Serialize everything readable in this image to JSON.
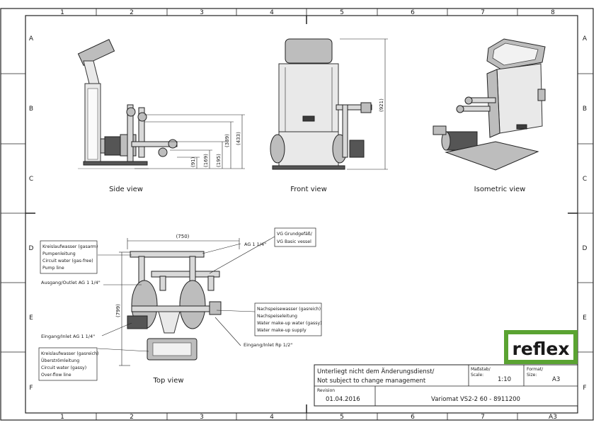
{
  "grid": {
    "columns": [
      "1",
      "2",
      "3",
      "4",
      "5",
      "6",
      "7",
      "8"
    ],
    "rows": [
      "A",
      "B",
      "C",
      "D",
      "E",
      "F"
    ],
    "corner_bottom": "A3"
  },
  "views": {
    "side": "Side view",
    "front": "Front view",
    "isometric": "Isometric view",
    "top": "Top view"
  },
  "dimensions": {
    "side": [
      "(91)",
      "(169)",
      "(195)",
      "(389)",
      "(433)"
    ],
    "front_height": "(921)",
    "top_width": "(750)",
    "top_depth": "(799)"
  },
  "labels": {
    "vg": [
      "VG Grundgefäß/",
      "VG Basic vessel"
    ],
    "ag": "AG 1 1/4\"",
    "circuit_gas_free": [
      "Kreislaufwasser (gasarm)",
      "Pumpenleitung",
      "Circuit water (gas-free)",
      "Pump line"
    ],
    "outlet": "Ausgang/Outlet AG 1 1/4\"",
    "inlet": "Eingang/Inlet AG 1 1/4\"",
    "makeup": [
      "Nachspeisewasser (gasreich)",
      "Nachspeiseleitung",
      "Water make-up water (gassy)",
      "Water make-up supply"
    ],
    "inlet_rp": "Eingang/Inlet Rp 1/2\"",
    "circuit_gassy": [
      "Kreislaufwasser (gasreich)",
      "Überströmleitung",
      "Circuit water (gassy)",
      "Over-flow line"
    ]
  },
  "logo": {
    "text": "reflex",
    "color": "#5aa332"
  },
  "title_block": {
    "note": [
      "Unterliegt nicht dem Änderungsdienst/",
      "Not subject to change management"
    ],
    "scale_label": [
      "Maßstab/",
      "Scale:"
    ],
    "scale": "1:10",
    "format_label": [
      "Format/",
      "Size:"
    ],
    "format": "A3",
    "revision_label": "Revision",
    "revision": "01.04.2016",
    "title": "Variomat VS2-2 60 - 8911200"
  }
}
